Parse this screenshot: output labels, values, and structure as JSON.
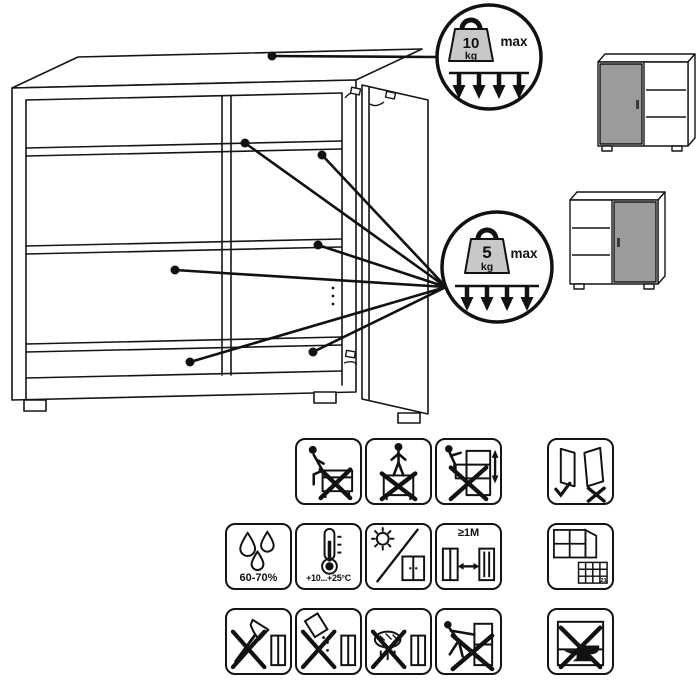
{
  "colors": {
    "line": "#151515",
    "door_fill": "#9b9b9b",
    "weight_fill": "#c8c8c8"
  },
  "callouts": {
    "top_surface": {
      "value": "10",
      "unit": "kg",
      "max_label": "max"
    },
    "shelf": {
      "value": "5",
      "unit": "kg",
      "max_label": "max"
    }
  },
  "icon_grid": {
    "row1": [
      {
        "icon": "no-sitting-icon",
        "label": ""
      },
      {
        "icon": "no-standing-icon",
        "label": ""
      },
      {
        "icon": "no-climbing-icon",
        "label": ""
      },
      {
        "icon": "door-check-icon",
        "label": ""
      }
    ],
    "row2": [
      {
        "icon": "humidity-icon",
        "label": "60-70%"
      },
      {
        "icon": "temperature-icon",
        "label": "+10...+25°C"
      },
      {
        "icon": "no-direct-sunlight-icon",
        "label": ""
      },
      {
        "icon": "radiator-distance-icon",
        "label": "≥1M"
      },
      {
        "icon": "window-calendar-icon",
        "label": "21"
      }
    ],
    "row3": [
      {
        "icon": "no-sharp-tools-icon",
        "label": ""
      },
      {
        "icon": "no-abrasive-cleaner-icon",
        "label": ""
      },
      {
        "icon": "no-wet-sponge-icon",
        "label": ""
      },
      {
        "icon": "no-pushing-icon",
        "label": ""
      },
      {
        "icon": "no-heavy-load-icon",
        "label": ""
      }
    ]
  }
}
